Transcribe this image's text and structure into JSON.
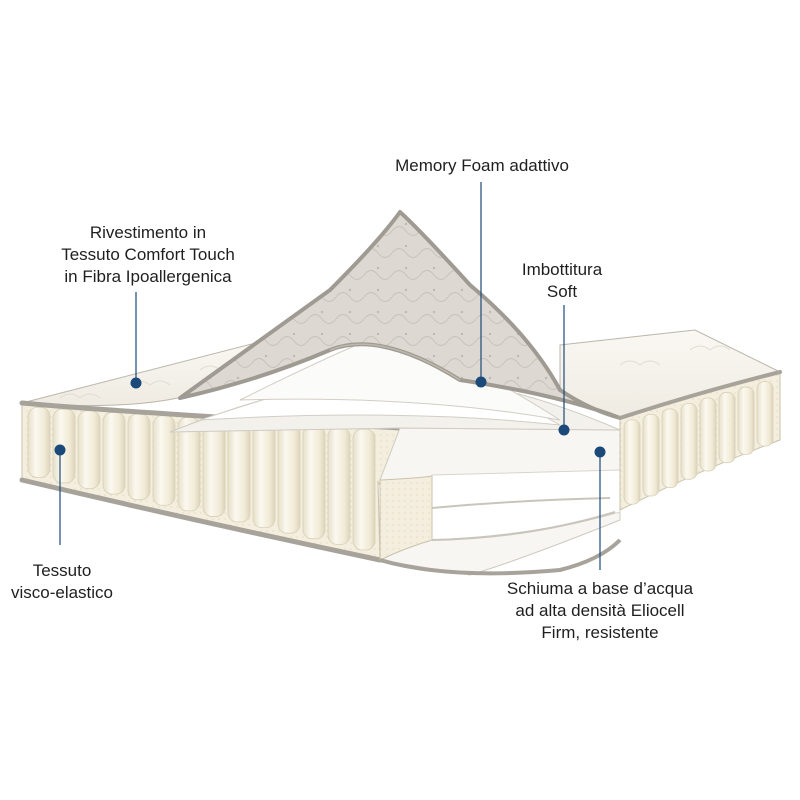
{
  "labels": {
    "memory_foam": {
      "lines": [
        "Memory Foam adattivo"
      ]
    },
    "cover": {
      "lines": [
        "Rivestimento in",
        "Tessuto Comfort Touch",
        "in Fibra Ipoallergenica"
      ]
    },
    "soft": {
      "lines": [
        "Imbottitura",
        "Soft"
      ]
    },
    "tessuto": {
      "lines": [
        "Tessuto",
        "visco-elastico"
      ]
    },
    "foam": {
      "lines": [
        "Schiuma a base d’acqua",
        "ad alta densità Eliocell",
        "Firm, resistente"
      ]
    }
  },
  "colors": {
    "marker": "#1b4a7a",
    "leader_line": "#1b4a7a",
    "mattress_fabric": "#f4efe0",
    "quilt_fabric": "#d6d3cc",
    "piping": "#a8a39a",
    "foam_white": "#fbfbfa"
  }
}
